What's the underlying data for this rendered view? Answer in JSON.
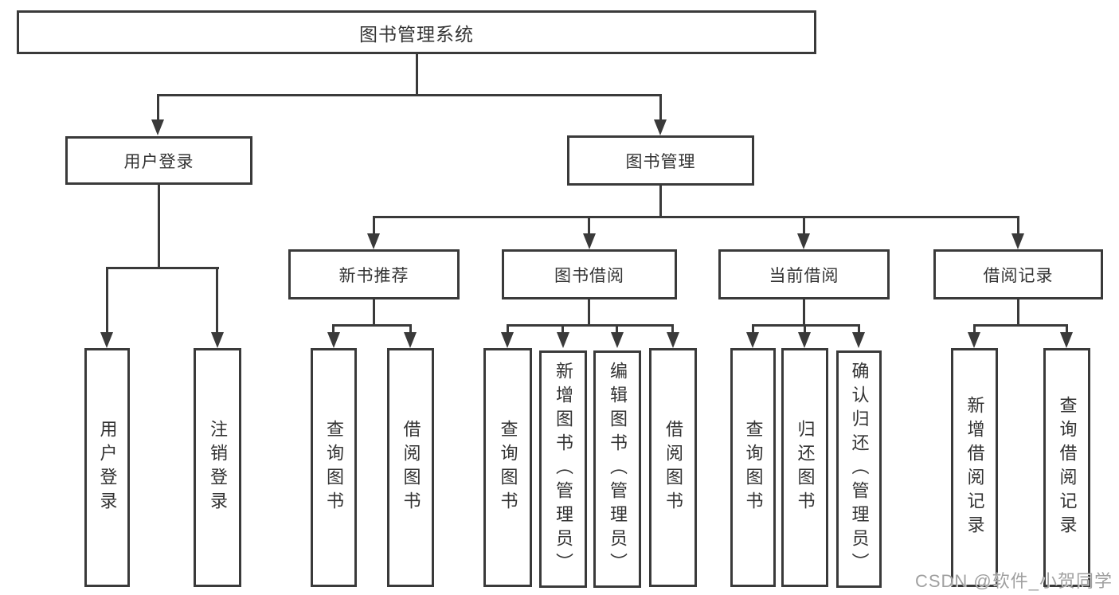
{
  "tree": {
    "label": "图书管理系统",
    "children": [
      {
        "label": "用户登录",
        "children": [
          {
            "label": "用户登录"
          },
          {
            "label": "注销登录"
          }
        ]
      },
      {
        "label": "图书管理",
        "children": [
          {
            "label": "新书推荐",
            "children": [
              {
                "label": "查询图书"
              },
              {
                "label": "借阅图书"
              }
            ]
          },
          {
            "label": "图书借阅",
            "children": [
              {
                "label": "查询图书"
              },
              {
                "label": "新增图书（管理员）"
              },
              {
                "label": "编辑图书（管理员）"
              },
              {
                "label": "借阅图书"
              }
            ]
          },
          {
            "label": "当前借阅",
            "children": [
              {
                "label": "查询图书"
              },
              {
                "label": "归还图书"
              },
              {
                "label": "确认归还（管理员）"
              }
            ]
          },
          {
            "label": "借阅记录",
            "children": [
              {
                "label": "新增借阅记录"
              },
              {
                "label": "查询借阅记录"
              }
            ]
          }
        ]
      }
    ]
  },
  "watermark": "CSDN @软件_小贺同学",
  "colors": {
    "line": "#3a3a3a",
    "text": "#333333",
    "background": "#ffffff",
    "watermark": "#a0a0a0"
  }
}
